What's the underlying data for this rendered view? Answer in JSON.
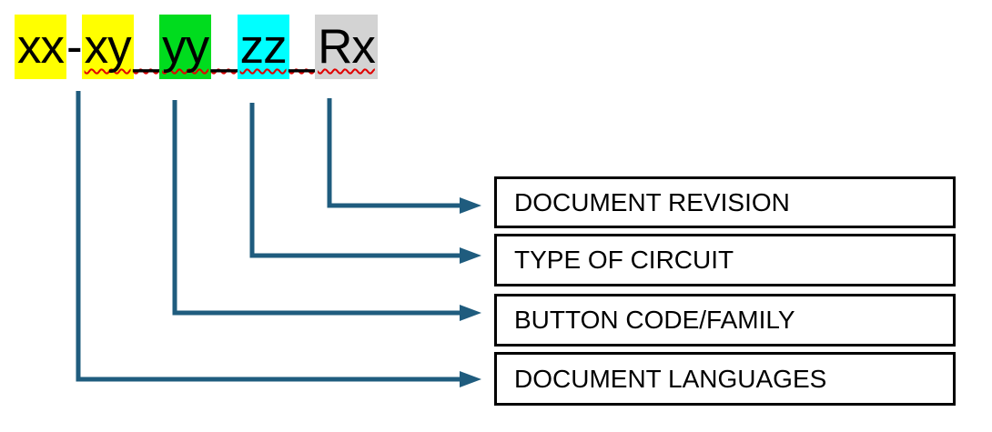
{
  "code": {
    "segments": [
      {
        "text": "xx",
        "highlight": "yellow"
      },
      {
        "text": "-",
        "highlight": "none"
      },
      {
        "text": "xy",
        "highlight": "yellow"
      },
      {
        "text": "_",
        "highlight": "none"
      },
      {
        "text": "yy",
        "highlight": "green"
      },
      {
        "text": "_",
        "highlight": "none"
      },
      {
        "text": "zz",
        "highlight": "cyan"
      },
      {
        "text": "_",
        "highlight": "none"
      },
      {
        "text": "Rx",
        "highlight": "gray"
      }
    ],
    "full_text": "xx-xy_yy_zz_Rx",
    "spellcheck_underline": "red-wavy under xy_yy_zz_Rx"
  },
  "mappings": [
    {
      "segment": "Rx",
      "label": "DOCUMENT REVISION"
    },
    {
      "segment": "zz",
      "label": "TYPE OF CIRCUIT"
    },
    {
      "segment": "yy",
      "label": "BUTTON CODE/FAMILY"
    },
    {
      "segment": "xx-xy",
      "label": "DOCUMENT LANGUAGES"
    }
  ],
  "colors": {
    "highlight_yellow": "#FFFF00",
    "highlight_green": "#00DC1E",
    "highlight_cyan": "#00FFFF",
    "highlight_gray": "#D3D3D3",
    "arrow": "#1F5C7E",
    "squiggle": "#E00000",
    "box_border": "#000000",
    "text": "#000000",
    "background": "#FFFFFF"
  }
}
